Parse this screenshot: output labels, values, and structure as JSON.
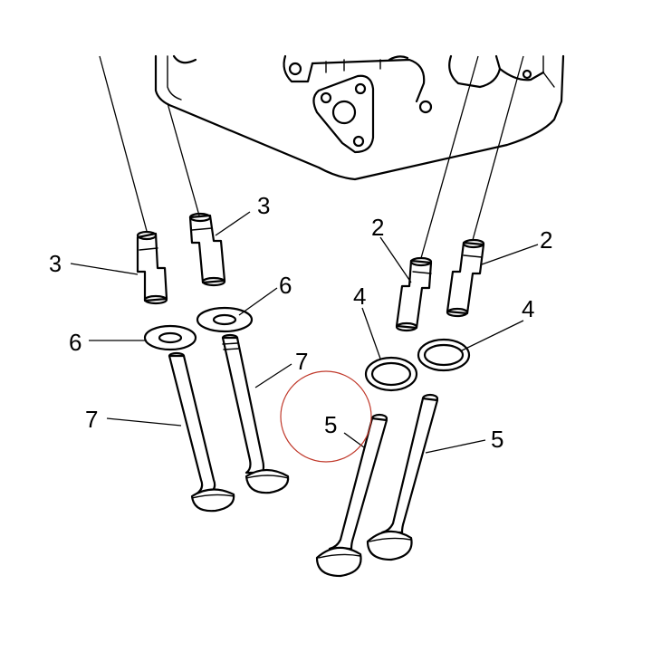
{
  "diagram": {
    "callouts": {
      "left_guide": "3",
      "guide_3": "3",
      "guide_2_left": "2",
      "guide_2_right": "2",
      "washer_6_right": "6",
      "washer_6_left": "6",
      "valve_7_right": "7",
      "valve_7_left": "7",
      "seal_4_left": "4",
      "seal_4_right": "4",
      "valve_5_center": "5",
      "valve_5_right": "5"
    },
    "highlight_color": "#c0392b",
    "line_color": "#000000",
    "background_color": "#ffffff"
  }
}
